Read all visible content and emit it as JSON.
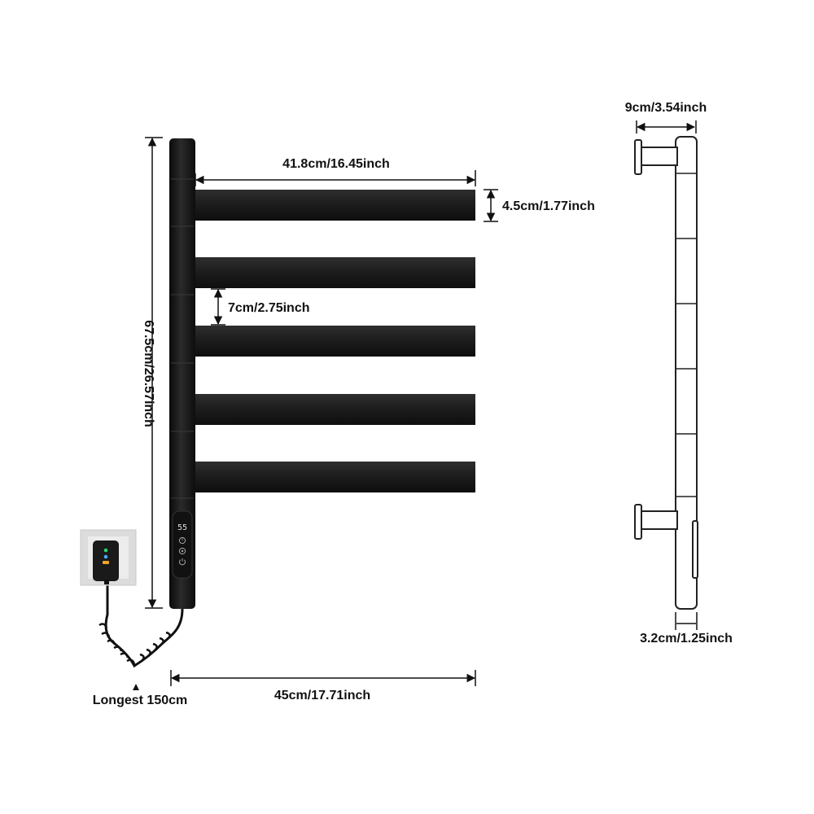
{
  "dimensions": {
    "bar_length": "41.8cm/16.45inch",
    "bar_height": "4.5cm/1.77inch",
    "bar_gap": "7cm/2.75inch",
    "total_height": "67.5cm/26.57inch",
    "total_width": "45cm/17.71inch",
    "cable": "Longest 150cm",
    "wall_depth": "9cm/3.54inch",
    "pole_width": "3.2cm/1.25inch"
  },
  "control_panel": {
    "display": "55"
  },
  "colors": {
    "rack": "#1a1a1a",
    "bar": "#202020",
    "line": "#111111",
    "led_green": "#2fd36b",
    "led_blue": "#4aa8ff",
    "led_amber": "#f2a22a"
  }
}
